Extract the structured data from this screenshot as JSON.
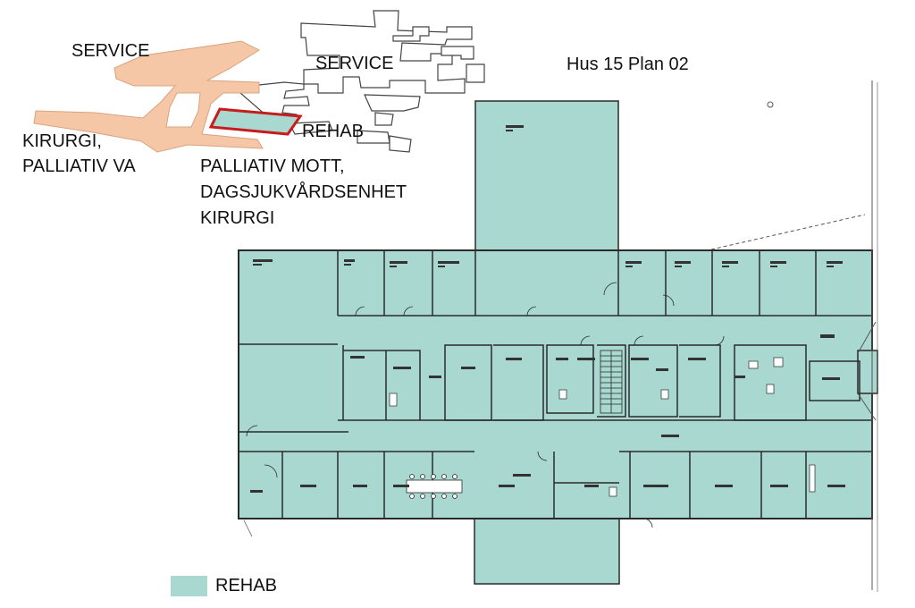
{
  "title": "Hus 15 Plan 02",
  "colors": {
    "rehab_fill": "#a8d8cf",
    "campus_fill": "#f6c7a6",
    "highlight_outline": "#c81c1c",
    "wall": "#2a2a2a"
  },
  "keymap": {
    "labels": {
      "service_left": "SERVICE",
      "service_right": "SERVICE",
      "kirurgi_line1": "KIRURGI,",
      "kirurgi_line2": "PALLIATIV VA",
      "rehab": "REHAB",
      "palliativ_line1": "PALLIATIV MOTT,",
      "palliativ_line2": "DAGSJUKVÅRDSENHET",
      "palliativ_line3": "KIRURGI"
    }
  },
  "legend": {
    "items": [
      {
        "label": "REHAB",
        "color": "#a8d8cf"
      }
    ]
  },
  "floorplan": {
    "icons": [
      "stair-icon",
      "door-swing-icon",
      "table-icon",
      "wc-icon"
    ]
  }
}
